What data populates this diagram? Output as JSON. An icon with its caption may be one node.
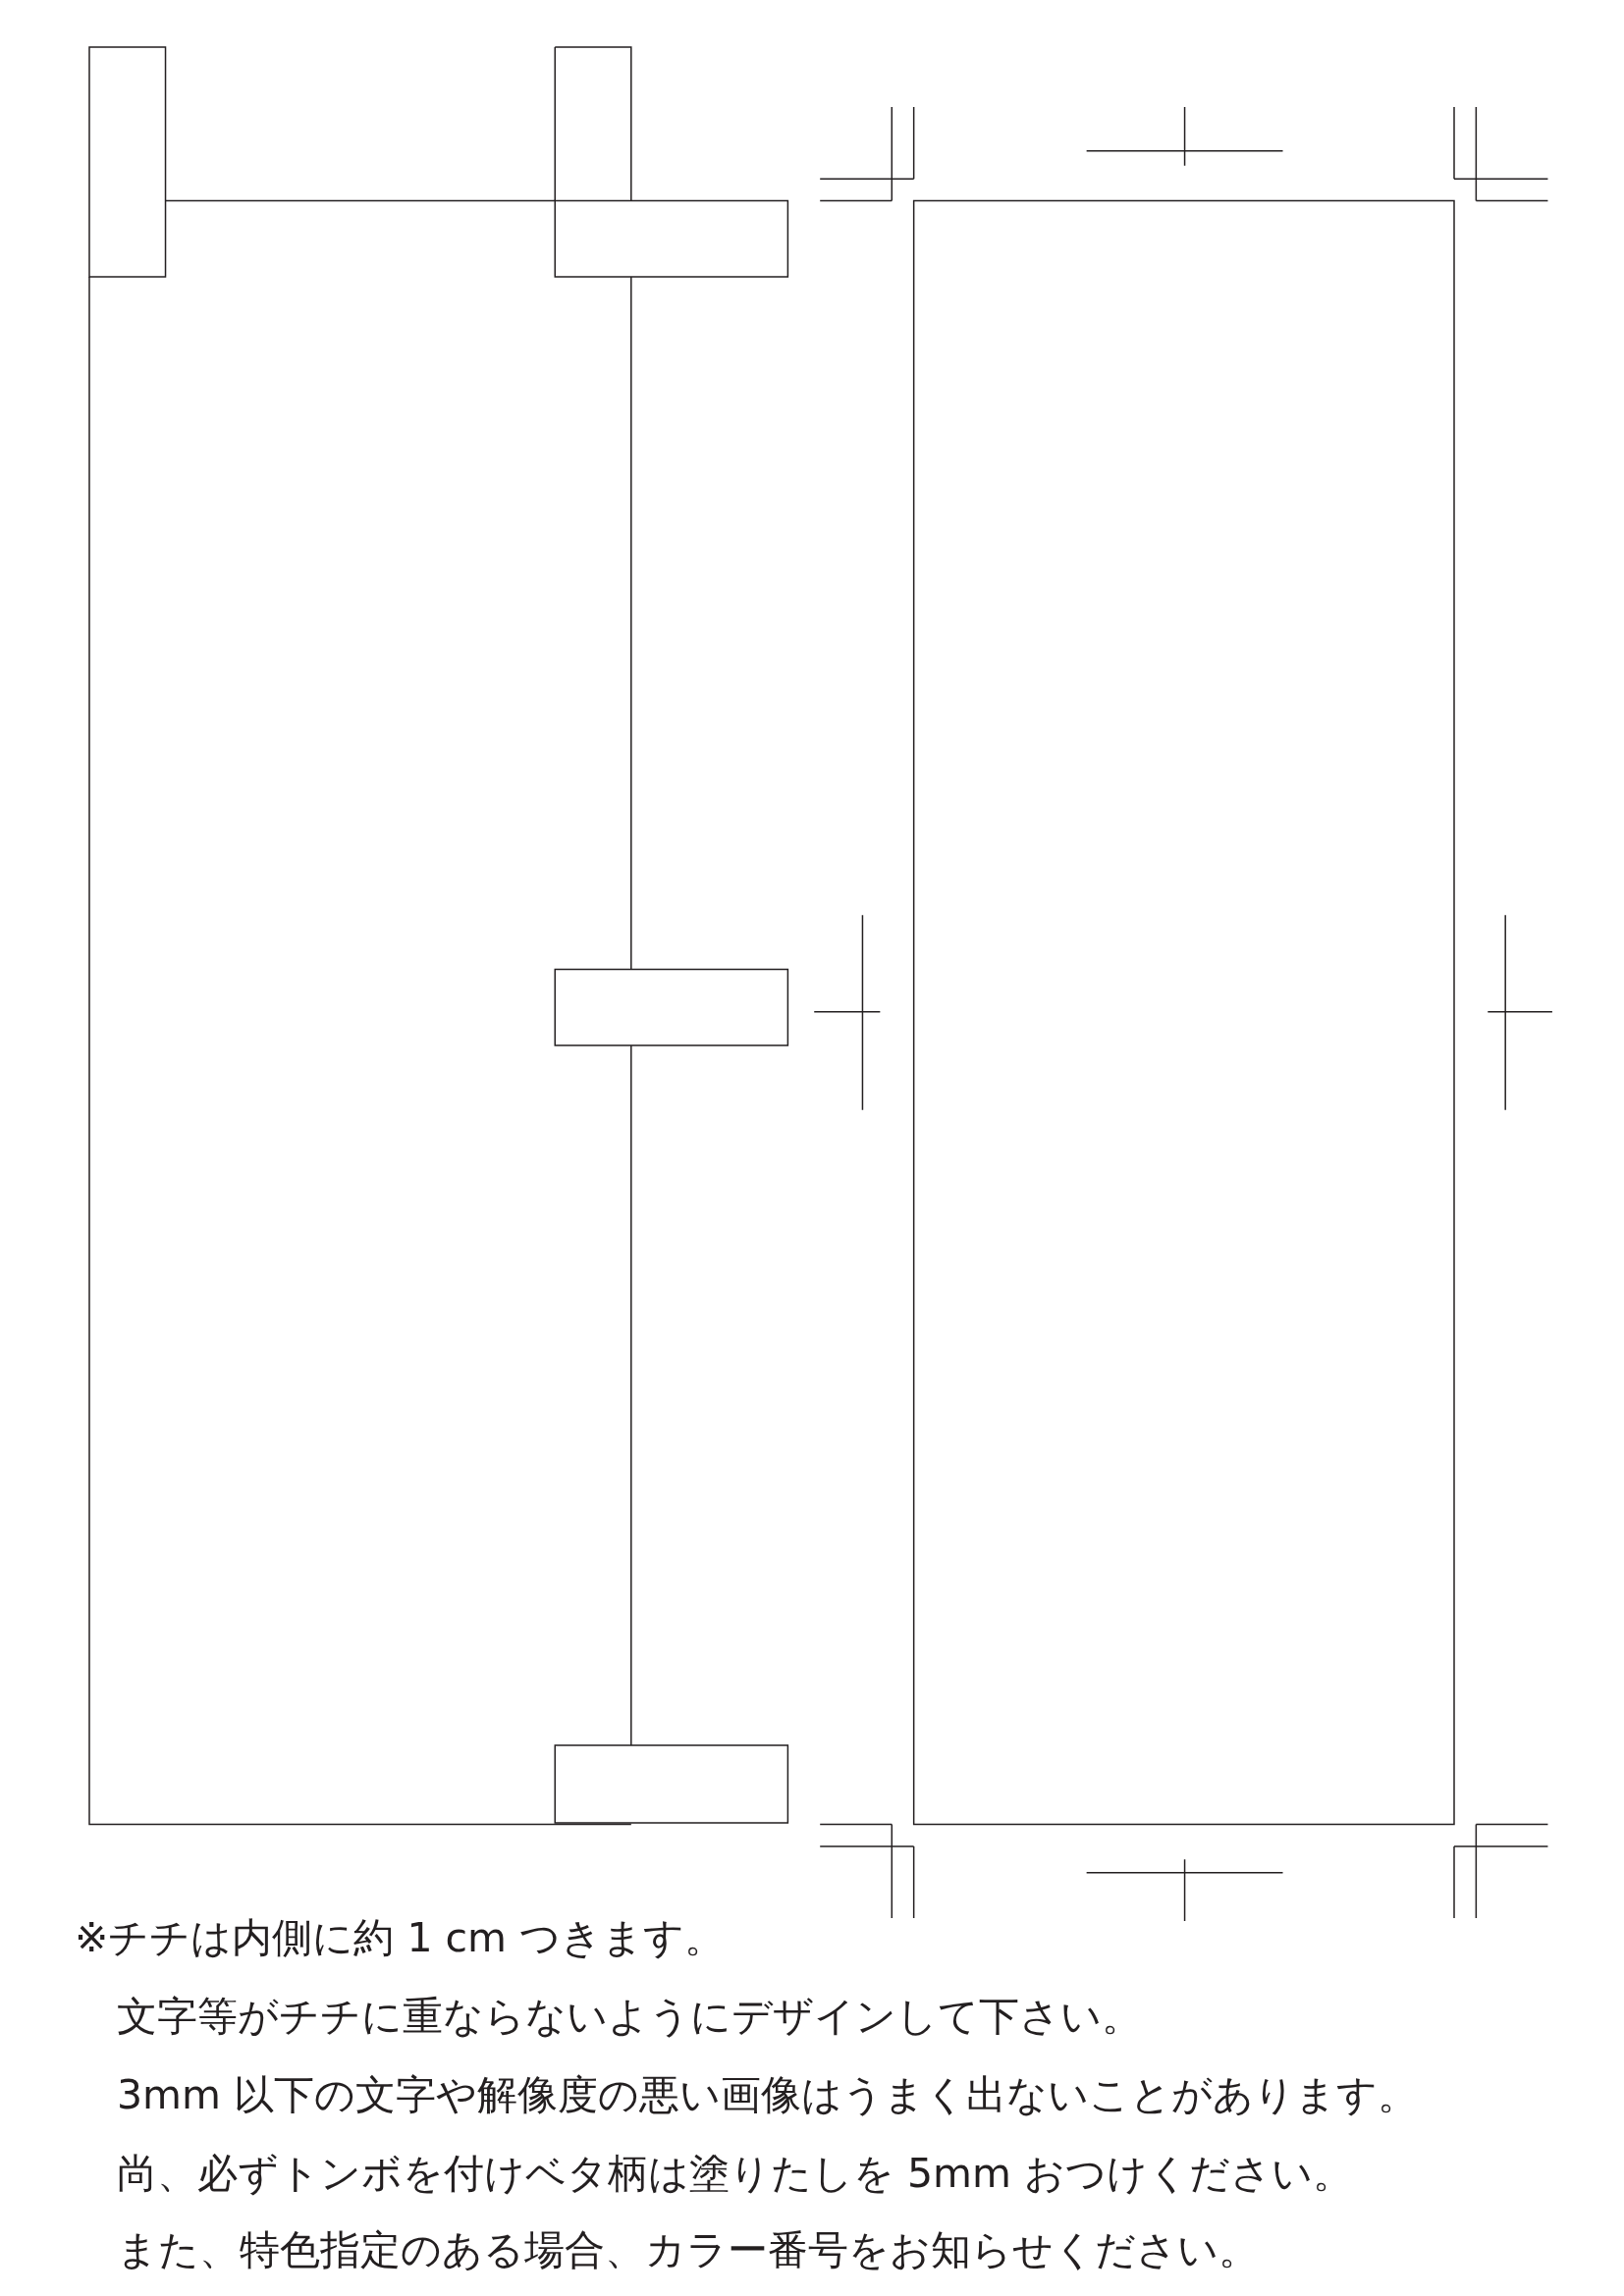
{
  "diagram": {
    "labels": [
      "※チチは内側に約 1 cm つきます。",
      "文字等がチチに重ならないようにデザインして下さい。",
      "3mm 以下の文字や解像度の悪い画像はうまく出ないことがあります。",
      "尚、必ずトンボを付けベタ柄は塗りたしを 5mm おつけください。",
      "また、特色指定のある場合、カラー番号をお知らせください。"
    ]
  }
}
